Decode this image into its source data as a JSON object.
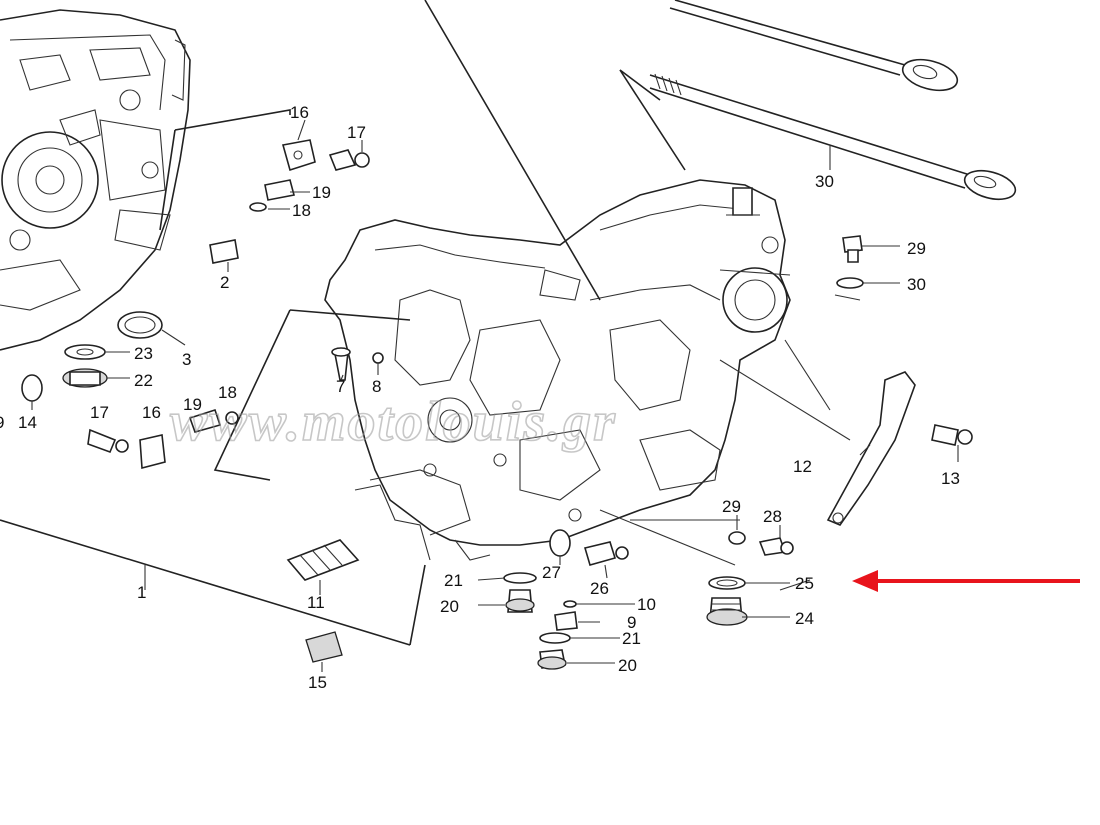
{
  "watermark": "www.motolouis.gr",
  "arrow_color": "#e8141c",
  "callouts": [
    {
      "id": "c1",
      "label": "1"
    },
    {
      "id": "c2",
      "label": "2"
    },
    {
      "id": "c3",
      "label": "3"
    },
    {
      "id": "c7",
      "label": "7"
    },
    {
      "id": "c8",
      "label": "8"
    },
    {
      "id": "c9",
      "label": "9"
    },
    {
      "id": "c10",
      "label": "10"
    },
    {
      "id": "c11",
      "label": "11"
    },
    {
      "id": "c12",
      "label": "12"
    },
    {
      "id": "c13",
      "label": "13"
    },
    {
      "id": "c14",
      "label": "14"
    },
    {
      "id": "c15",
      "label": "15"
    },
    {
      "id": "c16a",
      "label": "16"
    },
    {
      "id": "c16b",
      "label": "16"
    },
    {
      "id": "c17a",
      "label": "17"
    },
    {
      "id": "c17b",
      "label": "17"
    },
    {
      "id": "c18a",
      "label": "18"
    },
    {
      "id": "c18b",
      "label": "18"
    },
    {
      "id": "c19a",
      "label": "19"
    },
    {
      "id": "c19b",
      "label": "19"
    },
    {
      "id": "c20a",
      "label": "20"
    },
    {
      "id": "c20b",
      "label": "20"
    },
    {
      "id": "c21a",
      "label": "21"
    },
    {
      "id": "c21b",
      "label": "21"
    },
    {
      "id": "c22",
      "label": "22"
    },
    {
      "id": "c23",
      "label": "23"
    },
    {
      "id": "c24",
      "label": "24"
    },
    {
      "id": "c25",
      "label": "25"
    },
    {
      "id": "c26",
      "label": "26"
    },
    {
      "id": "c27",
      "label": "27"
    },
    {
      "id": "c28",
      "label": "28"
    },
    {
      "id": "c29a",
      "label": "29"
    },
    {
      "id": "c29b",
      "label": "29"
    },
    {
      "id": "c30a",
      "label": "30"
    },
    {
      "id": "c30b",
      "label": "30"
    },
    {
      "id": "c9edge",
      "label": "9"
    }
  ]
}
